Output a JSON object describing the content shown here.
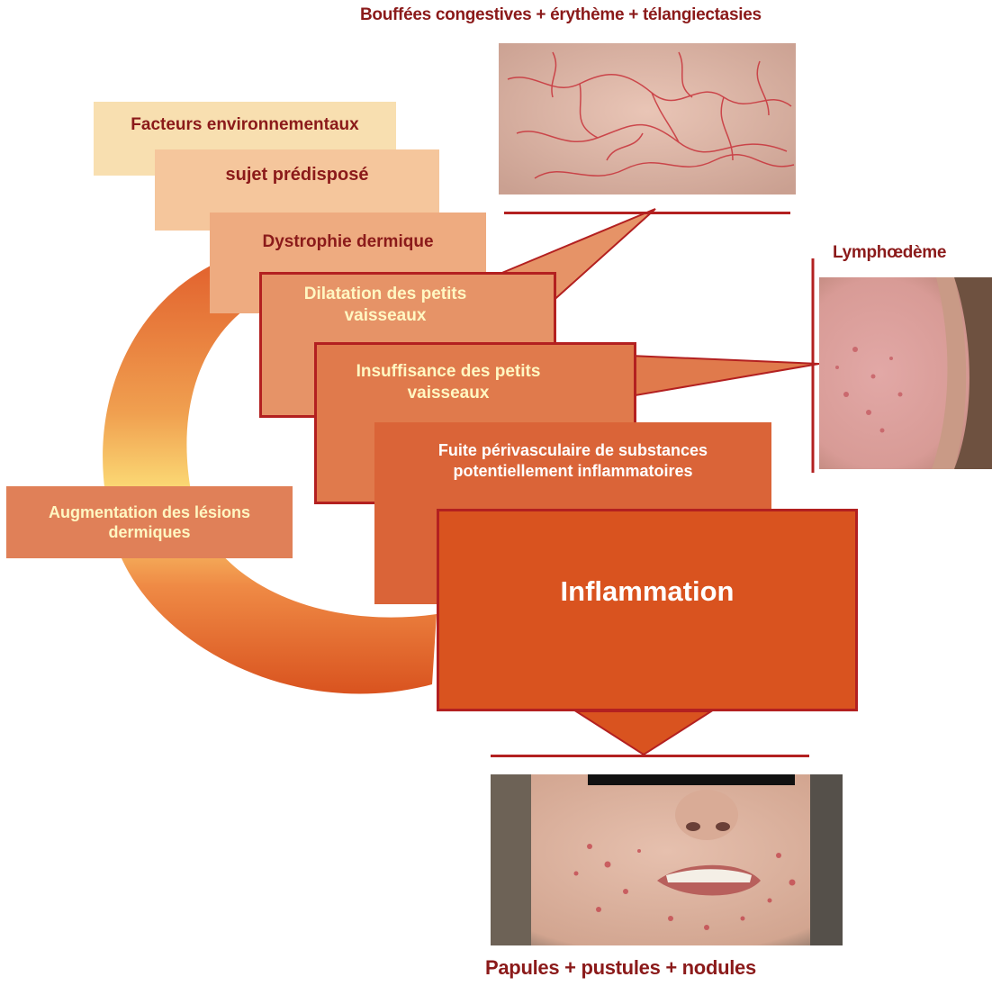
{
  "diagram": {
    "title_top": "Bouffées congestives + érythème + télangiectasies",
    "title_right": "Lymphœdème",
    "title_bottom": "Papules + pustules + nodules",
    "steps": [
      {
        "line1": "Facteurs environnementaux"
      },
      {
        "line1": "sujet prédisposé"
      },
      {
        "line1": "Dystrophie dermique"
      },
      {
        "line1": "Dilatation des petits",
        "line2": "vaisseaux"
      },
      {
        "line1": "Insuffisance des petits",
        "line2": "vaisseaux"
      },
      {
        "line1": "Fuite périvasculaire de substances",
        "line2": "potentiellement inflammatoires"
      }
    ],
    "side_step": {
      "line1": "Augmentation des lésions",
      "line2": "dermiques"
    },
    "main": "Inflammation"
  },
  "colors": {
    "dark_red": "#8b1a1a",
    "border_red": "#b32020",
    "light_yellow_text": "#fff7c2",
    "step_1": "#f8dfb0",
    "step_2": "#f5c69c",
    "step_3": "#eeab80",
    "step_4": "#e69367",
    "step_5": "#e07a4c",
    "step_6": "#da6438",
    "main_box": "#d9531f"
  },
  "photos": {
    "top": "skin-telangiectasia-photo",
    "right": "cheek-lymphedema-photo",
    "bottom": "child-face-papules-photo"
  }
}
